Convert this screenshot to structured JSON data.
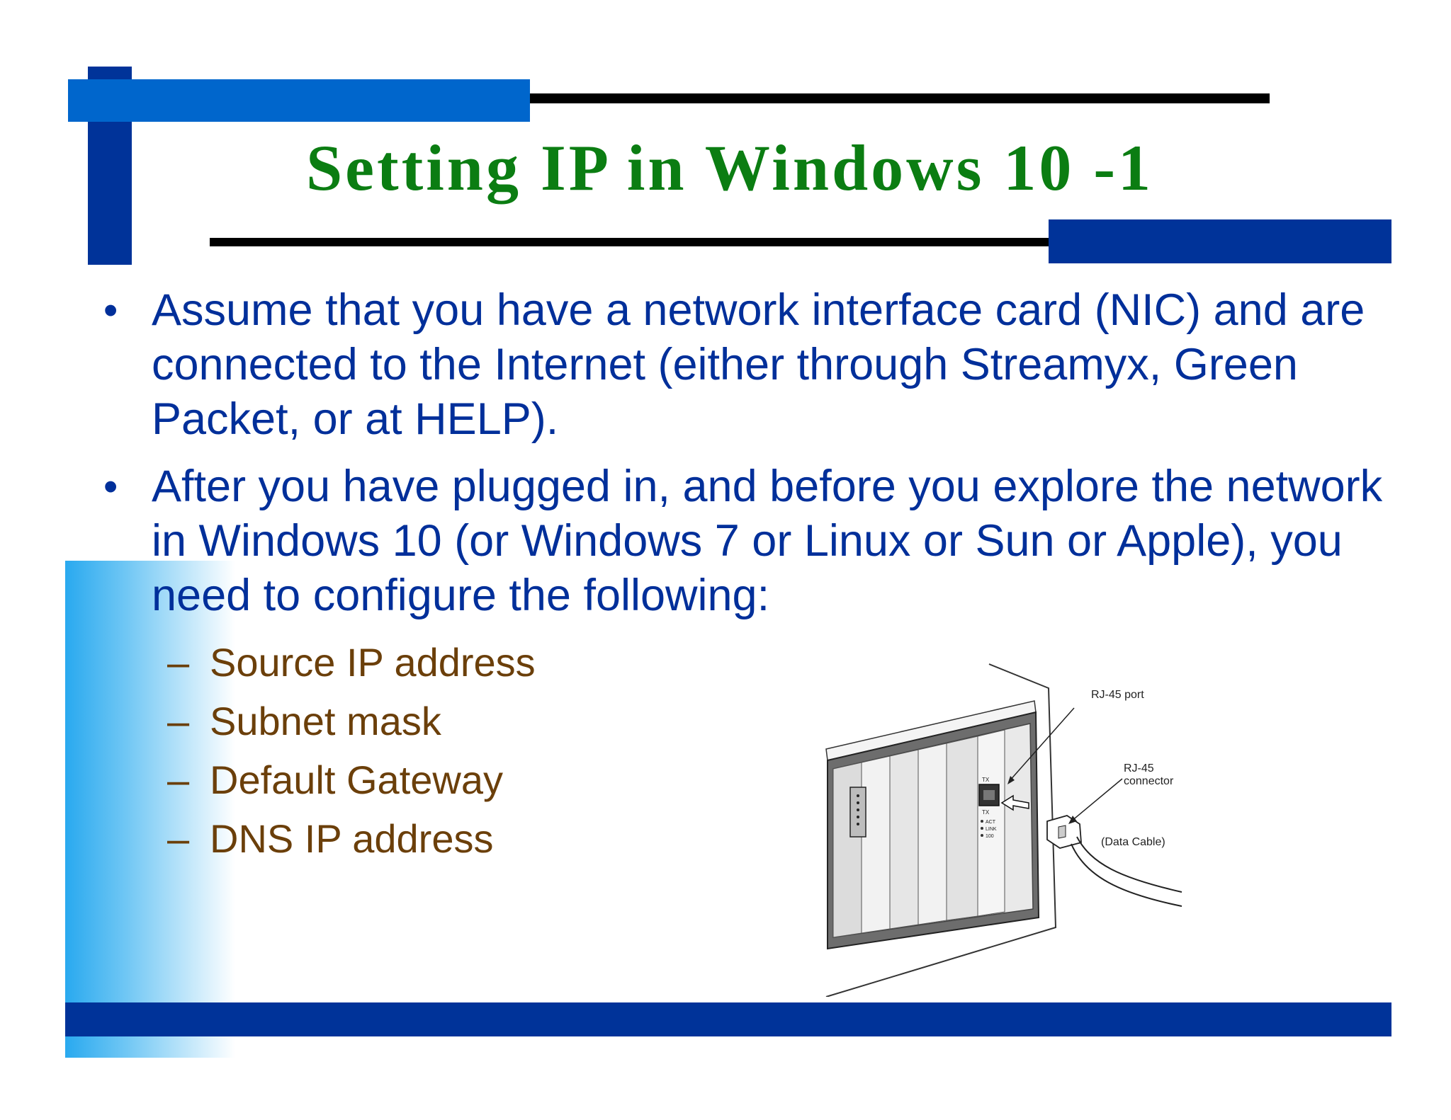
{
  "slide": {
    "title": "Setting IP in Windows 10 -1",
    "bullets": [
      "Assume that you have a network interface card (NIC) and are connected to the Internet (either through Streamyx, Green Packet, or at HELP).",
      "After you have plugged in, and before you explore the network in Windows 10 (or Windows 7 or Linux or Sun or Apple), you need to configure the following:"
    ],
    "subitems": [
      "Source IP address",
      "Subnet mask",
      "Default Gateway",
      "DNS IP address"
    ],
    "bullet_symbol": "•",
    "dash_symbol": "–"
  },
  "figure": {
    "label_port": "RJ-45 port",
    "label_connector_1": "RJ-45",
    "label_connector_2": "connector",
    "label_cable": "(Data Cable)",
    "port_tx_top": "TX",
    "port_tx_bottom": "TX",
    "led_labels": [
      "ACT",
      "LINK",
      "100"
    ]
  },
  "colors": {
    "title": "#0b7d12",
    "body_text": "#002f9a",
    "sub_text": "#6b3f0a",
    "accent_blue": "#0066cc",
    "dark_blue": "#003399",
    "gradient_blue": "#29a9ef"
  }
}
